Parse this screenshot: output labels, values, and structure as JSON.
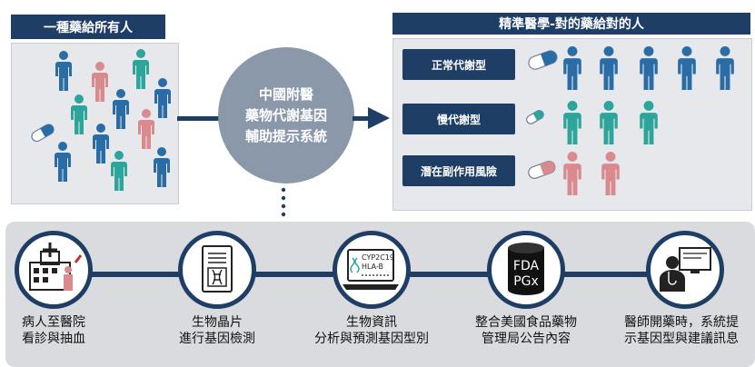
{
  "left_panel": {
    "title": "一種藥給所有人"
  },
  "center": {
    "lines": [
      "中國附醫",
      "藥物代謝基因",
      "輔助提示系統"
    ]
  },
  "right_panel": {
    "title": "精準醫學-對的藥給對的人"
  },
  "categories": [
    {
      "label": "正常代謝型"
    },
    {
      "label": "慢代謝型"
    },
    {
      "label": "潛在副作用風險"
    }
  ],
  "steps": [
    {
      "line1": "病人至醫院",
      "line2": "看診與抽血",
      "icon": "hospital-icon"
    },
    {
      "line1": "生物晶片",
      "line2": "進行基因檢測",
      "icon": "dna-chip-icon"
    },
    {
      "line1": "生物資訊",
      "line2": "分析與預測基因型別",
      "icon": "laptop-icon",
      "screen_lines": [
        "CYP2C19",
        "HLA-B"
      ]
    },
    {
      "line1": "整合美國食品藥物",
      "line2": "管理局公告內容",
      "icon": "database-icon",
      "db_lines": [
        "FDA",
        "PGx"
      ]
    },
    {
      "line1": "醫師開藥時，系統提",
      "line2": "示基因型與建議訊息",
      "icon": "doctor-icon"
    }
  ],
  "colors": {
    "navy": "#1f3e66",
    "blue": "#2a6ca6",
    "teal": "#2ea59a",
    "pink": "#d98a8e",
    "gray_circle": "#8a98a9"
  }
}
